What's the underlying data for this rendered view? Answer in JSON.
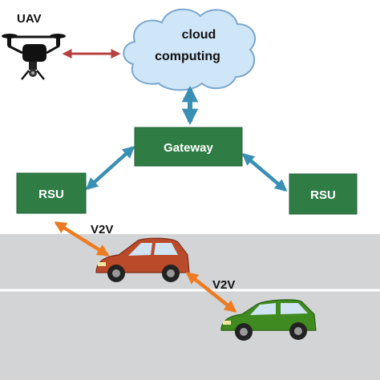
{
  "uav": {
    "label": "UAV"
  },
  "cloud": {
    "line1": "cloud",
    "line2": "computing"
  },
  "gateway": {
    "label": "Gateway"
  },
  "rsu_left": {
    "label": "RSU"
  },
  "rsu_right": {
    "label": "RSU"
  },
  "links": {
    "v2v_top": "V2V",
    "v2v_bottom": "V2V"
  },
  "colors": {
    "box_green": "#2f7d45",
    "box_text": "#ffffff",
    "link_blue": "#3a8fb4",
    "link_orange": "#ec7b22",
    "link_red": "#b74040",
    "cloud_fill": "#cfe6f8",
    "cloud_stroke": "#7aa6cc",
    "road": "#d3d4d6",
    "car_red": "#b94a2a",
    "car_green": "#3f8b1f"
  }
}
